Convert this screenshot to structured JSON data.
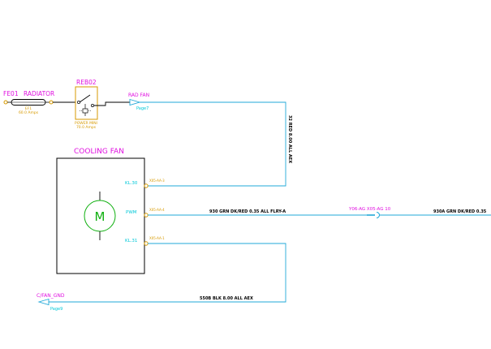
{
  "labels": {
    "fuse_id": "FE01",
    "fuse_name": "RADIATOR",
    "fuse_ref": "EF1",
    "fuse_rating": "60.0 Amps",
    "relay_id": "REB02",
    "relay_name": "POWER MINI",
    "relay_rating": "70.0 Amps",
    "rad_fan": "RAD FAN",
    "rad_fan_page": "Page7",
    "vertical_wire": "32 RED 8.00 ALL AEX",
    "component_title": "COOLING FAN",
    "motor_symbol": "M",
    "pin_kl30": "KL.30",
    "pin_pwm": "PWM",
    "pin_kl31": "KL.31",
    "pin_ref_1": "X05-AA-3",
    "pin_ref_2": "X05-AA-4",
    "pin_ref_3": "X05-AA-1",
    "pwm_wire": "930 GRN DK/RED 0.35 ALL FLRY-A",
    "connector": "Y06-AG X05-AG 10",
    "pwm_wire_cont": "930A GRN DK/RED 0.35",
    "ground_wire": "550B BLK 8.00 ALL AEX",
    "gnd_label": "C/FAN_GND",
    "gnd_page": "Page9"
  },
  "colors": {
    "magenta": "#e010e0",
    "wire": "#22a8d8",
    "pin": "#d79a00",
    "cyan": "#00c8d8",
    "motor": "#10b010",
    "black": "#000000"
  }
}
